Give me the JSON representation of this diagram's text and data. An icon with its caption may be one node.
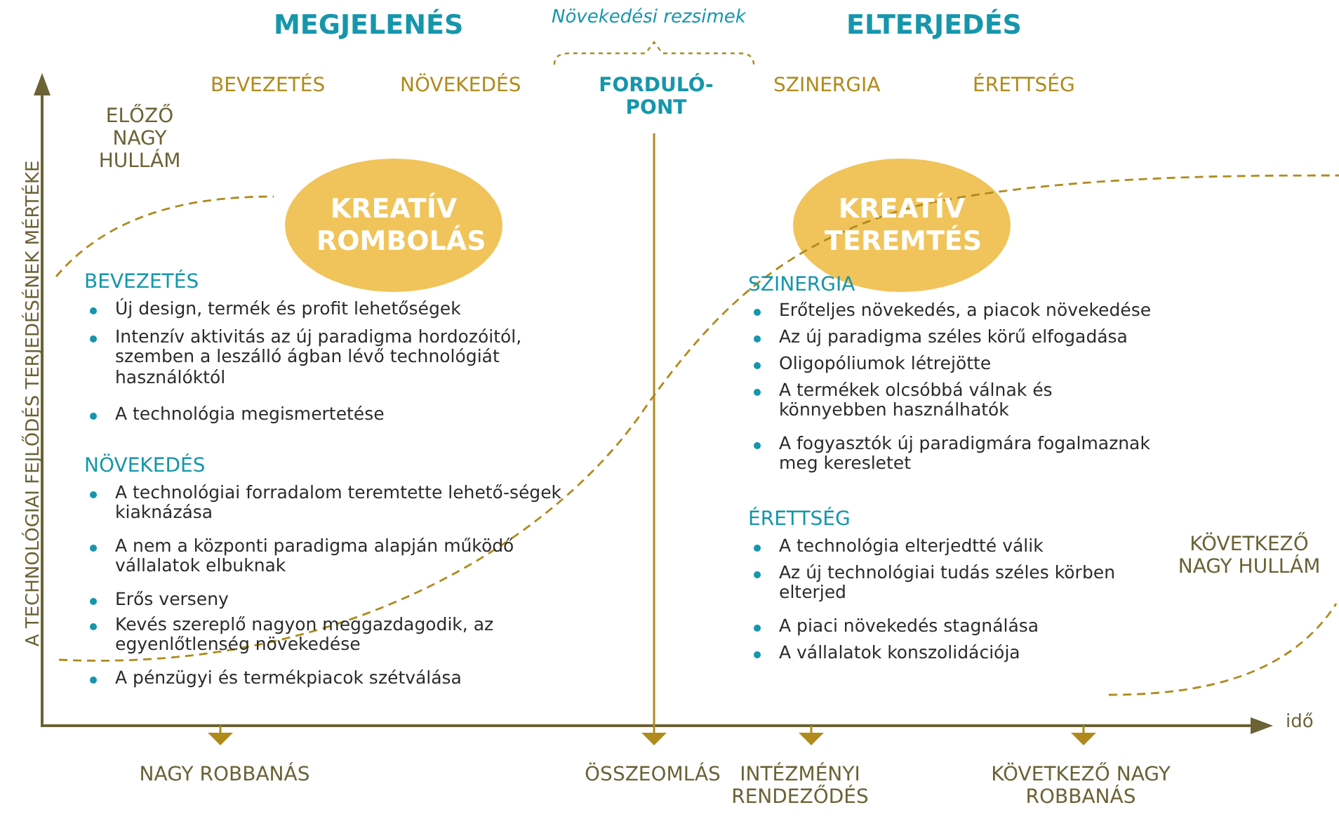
{
  "diagram": {
    "nodes": [
      {
        "text": [
          "KREATÍV ROMBOLÁS"
        ]
      },
      {
        "text": [
          "KREATÍV TEREMTÉS"
        ]
      }
    ],
    "labels": [
      "MEGJELENÉS",
      "Növekedési rezsimek",
      "ELTERJEDÉS",
      "BEVEZETÉS",
      "NÖVEKEDÉS",
      "FORDULÓ-PONT",
      "SZINERGIA",
      "ÉRETTSÉG",
      "ELŐZŐ NAGY HULLÁM",
      "A TECHNOLÓGIAI FEJLŐDÉS TERJEDÉSÉNEK MÉRTÉKE",
      "BEVEZETÉS",
      "Új design, termék és profit lehetőségek",
      "Intenzív aktivitás az új paradigma hordozóitól, szemben a leszálló ágban lévő technológiát használóktól",
      "A technológia megismertetése",
      "NÖVEKEDÉS",
      "A technológiai forradalom teremtette lehető-ségek kiaknázása",
      "A nem a központi paradigma alapján működő vállalatok elbuknak",
      "Erős verseny",
      "Kevés szereplő nagyon meggazdagodik, az egyenlőtlenség növekedése",
      "A pénzügyi és termékpiacok szétválása",
      "SZINERGIA",
      "Erőteljes növekedés, a piacok növekedése",
      "Az új paradigma széles körű elfogadása",
      "Oligopóliumok létrejötte",
      "A termékek olcsóbbá válnak és könnyebben használhatók",
      "A fogyasztók új paradigmára fogalmaznak meg keresletet",
      "ÉRETTSÉG",
      "A technológia elterjedtté válik",
      "Az új technológiai tudás széles körben elterjed",
      "A piaci növekedés stagnálása",
      "A vállalatok konszolidációja",
      "KÖVETKEZŐ NAGY HULLÁM",
      "idő",
      "NAGY ROBBANÁS",
      "ÖSSZEOMLÁS",
      "INTÉZMÉNYI RENDEZŐDÉS",
      "KÖVETKEZŐ NAGY ROBBANÁS"
    ]
  }
}
